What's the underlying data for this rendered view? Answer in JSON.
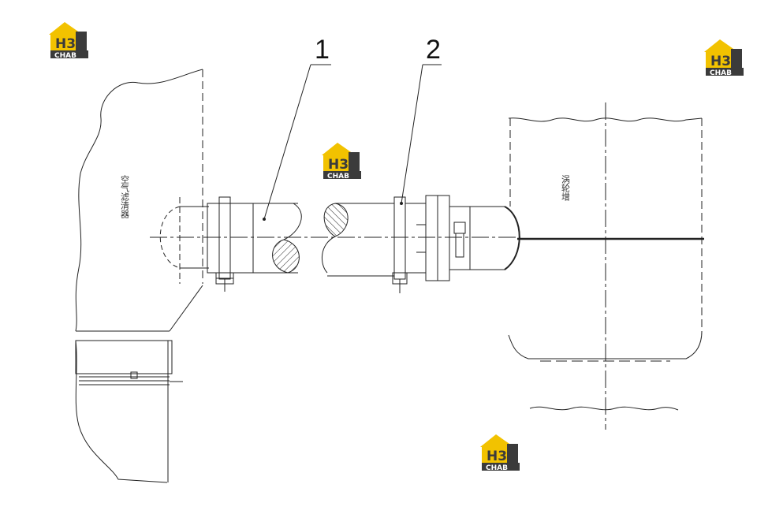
{
  "callouts": [
    "1",
    "2"
  ],
  "labels": {
    "left_component": "空气滤清器",
    "right_component": "涡轮增"
  },
  "logo": {
    "top": "H3",
    "bottom": "CHAB",
    "colors": {
      "yellow": "#f2c200",
      "dark": "#3b3b3b",
      "white": "#ffffff"
    }
  }
}
